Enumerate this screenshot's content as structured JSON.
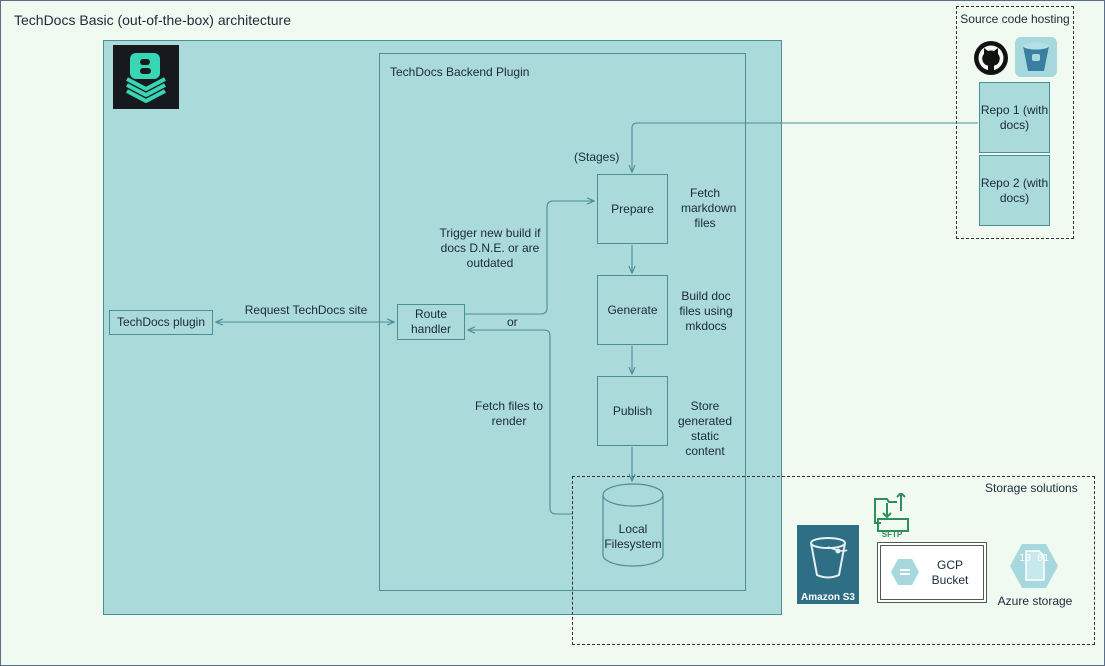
{
  "title": "TechDocs Basic (out-of-the-box) architecture",
  "backend_plugin_label": "TechDocs Backend Plugin",
  "stages_label": "(Stages)",
  "techdocs_plugin": "TechDocs plugin",
  "request_label": "Request TechDocs site",
  "route_handler": "Route handler",
  "or_label": "or",
  "trigger_label": "Trigger new build if docs D.N.E. or are outdated",
  "fetch_render_label": "Fetch files to render",
  "stages": [
    {
      "name": "Prepare",
      "desc": "Fetch markdown files"
    },
    {
      "name": "Generate",
      "desc": "Build doc files using mkdocs"
    },
    {
      "name": "Publish",
      "desc": "Store generated static content"
    }
  ],
  "local_fs": "Local Filesystem",
  "source_hosting": {
    "title": "Source code hosting",
    "repos": [
      "Repo 1 (with docs)",
      "Repo 2 (with docs)"
    ]
  },
  "storage": {
    "title": "Storage solutions",
    "s3": "Amazon S3",
    "sftp": "SFTP",
    "gcp": "GCP Bucket",
    "azure": "Azure storage",
    "azure_glyph": "10 01"
  },
  "colors": {
    "panel": "#abdadb",
    "border": "#4b8e97",
    "background": "#f1faf0",
    "s3": "#2f6f86",
    "azure": "#a7d8de"
  }
}
